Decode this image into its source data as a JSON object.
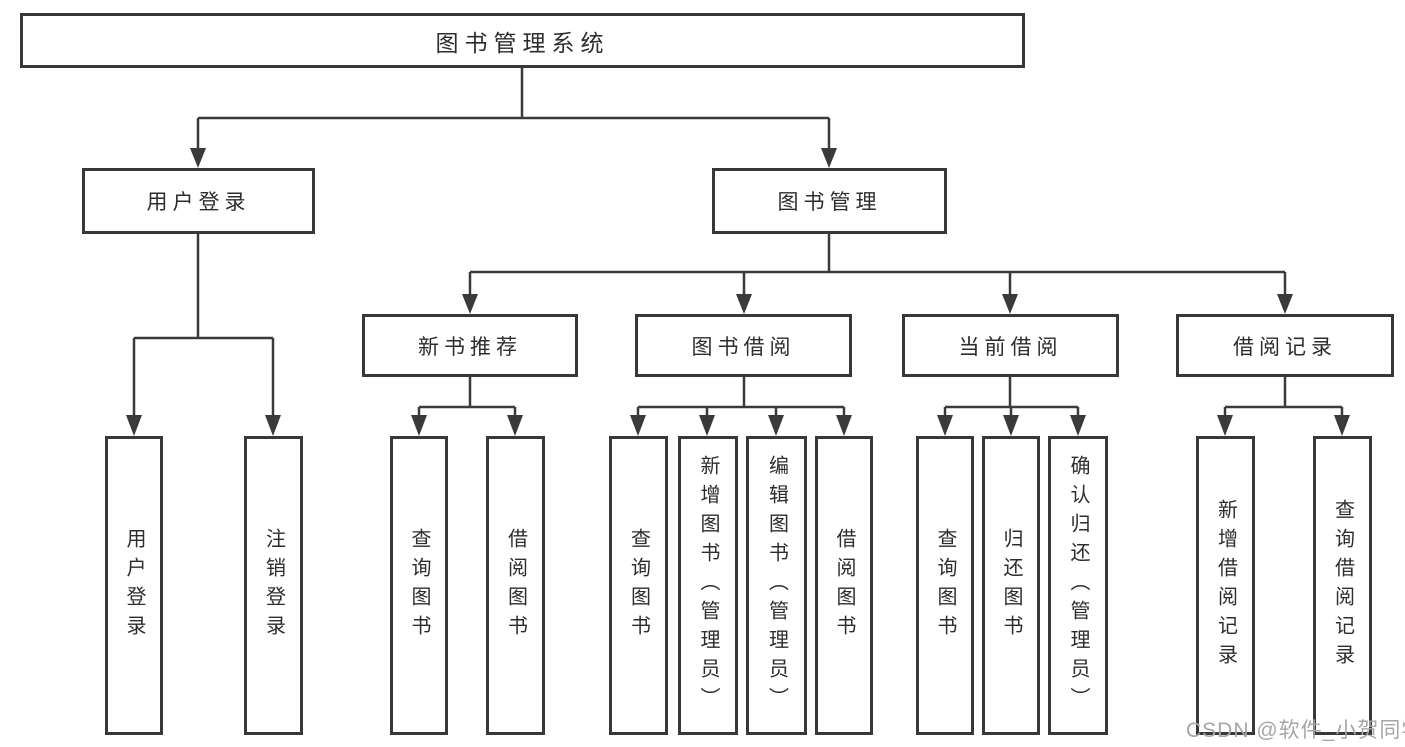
{
  "colors": {
    "line": "#3a3a3a",
    "border": "#383838",
    "box_fill": "#ffffff",
    "text": "#2d2d2d",
    "watermark": "#a6a6a6"
  },
  "watermark": {
    "text": "CSDN @软件_小贺同学"
  },
  "diagram": {
    "type": "hierarchy-tree",
    "root": {
      "label": "图书管理系统"
    },
    "level2": [
      {
        "label": "用户登录",
        "children": [
          {
            "label": "用户登录"
          },
          {
            "label": "注销登录"
          }
        ]
      },
      {
        "label": "图书管理",
        "children": [
          {
            "label": "新书推荐",
            "children": [
              {
                "label": "查询图书"
              },
              {
                "label": "借阅图书"
              }
            ]
          },
          {
            "label": "图书借阅",
            "children": [
              {
                "label": "查询图书"
              },
              {
                "label": "新增图书（管理员）"
              },
              {
                "label": "编辑图书（管理员）"
              },
              {
                "label": "借阅图书"
              }
            ]
          },
          {
            "label": "当前借阅",
            "children": [
              {
                "label": "查询图书"
              },
              {
                "label": "归还图书"
              },
              {
                "label": "确认归还（管理员）"
              }
            ]
          },
          {
            "label": "借阅记录",
            "children": [
              {
                "label": "新增借阅记录"
              },
              {
                "label": "查询借阅记录"
              }
            ]
          }
        ]
      }
    ]
  }
}
